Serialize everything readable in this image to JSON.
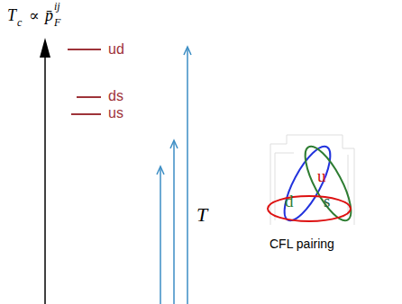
{
  "diagram": {
    "labels": [
      "T",
      "c",
      "∝",
      "p̄",
      "F",
      "ij",
      "ud",
      "ds",
      "us",
      "T",
      "u",
      "d",
      "s",
      "CFL pairing"
    ]
  }
}
